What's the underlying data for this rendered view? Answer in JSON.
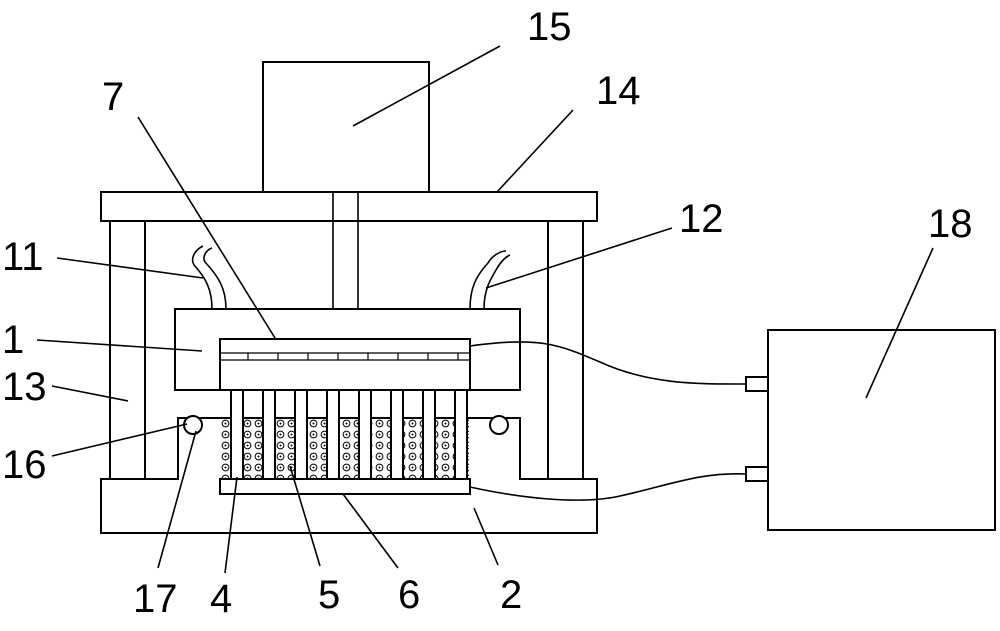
{
  "labels": {
    "l15": "15",
    "l14": "14",
    "l7": "7",
    "l12": "12",
    "l11": "11",
    "l18": "18",
    "l1": "1",
    "l13": "13",
    "l16": "16",
    "l17": "17",
    "l4": "4",
    "l5": "5",
    "l6": "6",
    "l2": "2"
  },
  "colors": {
    "line": "#000000",
    "background": "#ffffff"
  }
}
